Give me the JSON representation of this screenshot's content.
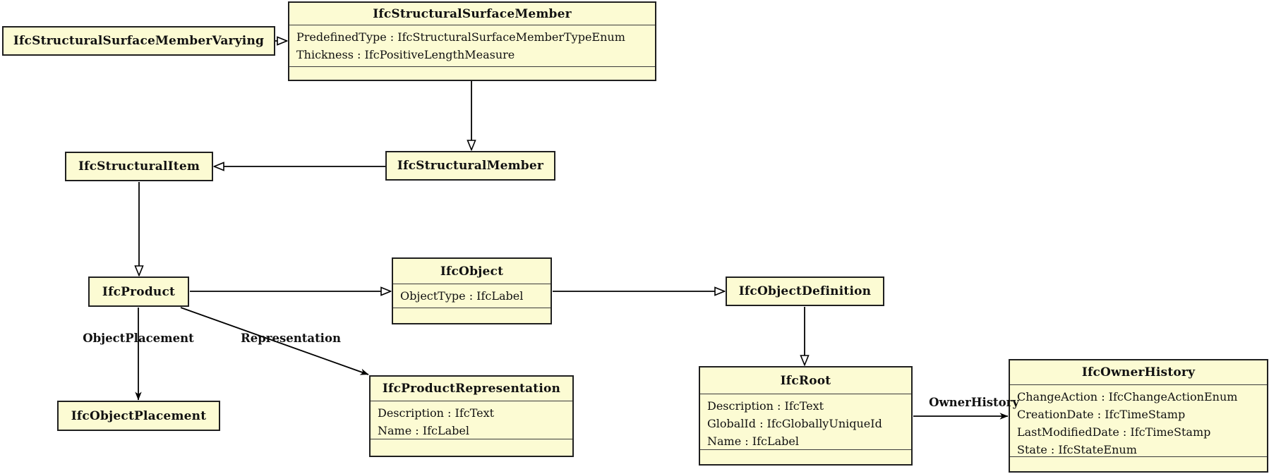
{
  "colors": {
    "node_fill": "#FCFBD3",
    "node_border": "#1F1F1F",
    "edge_color": "#000000",
    "text_color": "#111111"
  },
  "classes": [
    {
      "name": "IfcStructuralSurfaceMemberVarying",
      "attributes": []
    },
    {
      "name": "IfcStructuralSurfaceMember",
      "attributes": [
        "PredefinedType : IfcStructuralSurfaceMemberTypeEnum",
        "Thickness : IfcPositiveLengthMeasure"
      ]
    },
    {
      "name": "IfcStructuralItem",
      "attributes": []
    },
    {
      "name": "IfcStructuralMember",
      "attributes": []
    },
    {
      "name": "IfcProduct",
      "attributes": []
    },
    {
      "name": "IfcObject",
      "attributes": [
        "ObjectType : IfcLabel"
      ]
    },
    {
      "name": "IfcObjectDefinition",
      "attributes": []
    },
    {
      "name": "IfcObjectPlacement",
      "attributes": []
    },
    {
      "name": "IfcProductRepresentation",
      "attributes": [
        "Description : IfcText",
        "Name : IfcLabel"
      ]
    },
    {
      "name": "IfcRoot",
      "attributes": [
        "Description : IfcText",
        "GlobalId : IfcGloballyUniqueId",
        "Name : IfcLabel"
      ]
    },
    {
      "name": "IfcOwnerHistory",
      "attributes": [
        "ChangeAction : IfcChangeActionEnum",
        "CreationDate : IfcTimeStamp",
        "LastModifiedDate : IfcTimeStamp",
        "State : IfcStateEnum"
      ]
    }
  ],
  "relationships": [
    {
      "from": "IfcStructuralSurfaceMemberVarying",
      "to": "IfcStructuralSurfaceMember",
      "type": "generalization",
      "label": ""
    },
    {
      "from": "IfcStructuralSurfaceMember",
      "to": "IfcStructuralMember",
      "type": "generalization",
      "label": ""
    },
    {
      "from": "IfcStructuralMember",
      "to": "IfcStructuralItem",
      "type": "generalization",
      "label": ""
    },
    {
      "from": "IfcStructuralItem",
      "to": "IfcProduct",
      "type": "generalization",
      "label": ""
    },
    {
      "from": "IfcProduct",
      "to": "IfcObject",
      "type": "generalization",
      "label": ""
    },
    {
      "from": "IfcObject",
      "to": "IfcObjectDefinition",
      "type": "generalization",
      "label": ""
    },
    {
      "from": "IfcObjectDefinition",
      "to": "IfcRoot",
      "type": "generalization",
      "label": ""
    },
    {
      "from": "IfcProduct",
      "to": "IfcObjectPlacement",
      "type": "association",
      "label": "ObjectPlacement"
    },
    {
      "from": "IfcProduct",
      "to": "IfcProductRepresentation",
      "type": "association",
      "label": "Representation"
    },
    {
      "from": "IfcRoot",
      "to": "IfcOwnerHistory",
      "type": "association",
      "label": "OwnerHistory"
    }
  ]
}
